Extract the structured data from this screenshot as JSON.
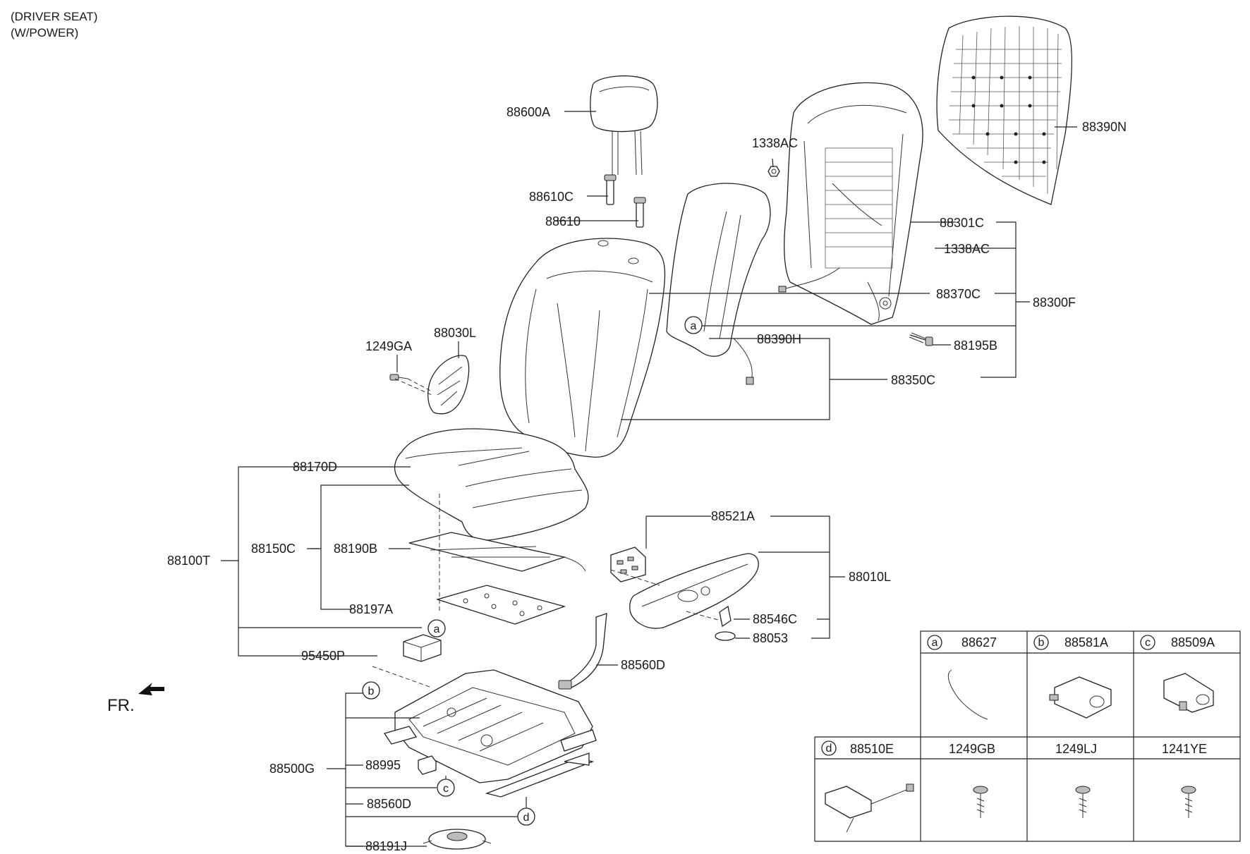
{
  "header": {
    "line1": "(DRIVER SEAT)",
    "line2": "(W/POWER)"
  },
  "front_marker": "FR.",
  "parts": {
    "headrest": "88600A",
    "headrest_guide_c": "88610C",
    "headrest_guide": "88610",
    "back_frame_nut": "1338AC",
    "back_frame_assy": "88301C",
    "back_frame_nut_2": "1338AC",
    "back_wire": "88370C",
    "back_assy": "88300F",
    "back_bolt": "88195B",
    "back_trim": "88390H",
    "back_cover_assy": "88350C",
    "back_board": "88390N",
    "shield_screw": "1249GA",
    "shield_inner": "88030L",
    "cushion_cover": "88170D",
    "cushion_assy": "88100T",
    "cushion_pad_assy": "88150C",
    "cushion_heater": "88190B",
    "cushion_plate": "88197A",
    "module": "95450P",
    "shield_switch": "88521A",
    "shield_outer": "88010L",
    "knob": "88546C",
    "cap": "88053",
    "belt_buckle": "88560D",
    "track_assy": "88500G",
    "track_part": "88995",
    "track_part_2": "88560D",
    "track_motor": "88191J"
  },
  "callouts": {
    "a": "a",
    "b": "b",
    "c": "c",
    "d": "d"
  },
  "legend_table": {
    "row1": [
      {
        "letter": "a",
        "part": "88627"
      },
      {
        "letter": "b",
        "part": "88581A"
      },
      {
        "letter": "c",
        "part": "88509A"
      }
    ],
    "row2": [
      {
        "letter": "d",
        "part": "88510E"
      },
      {
        "letter": "",
        "part": "1249GB"
      },
      {
        "letter": "",
        "part": "1249LJ"
      },
      {
        "letter": "",
        "part": "1241YE"
      }
    ]
  }
}
